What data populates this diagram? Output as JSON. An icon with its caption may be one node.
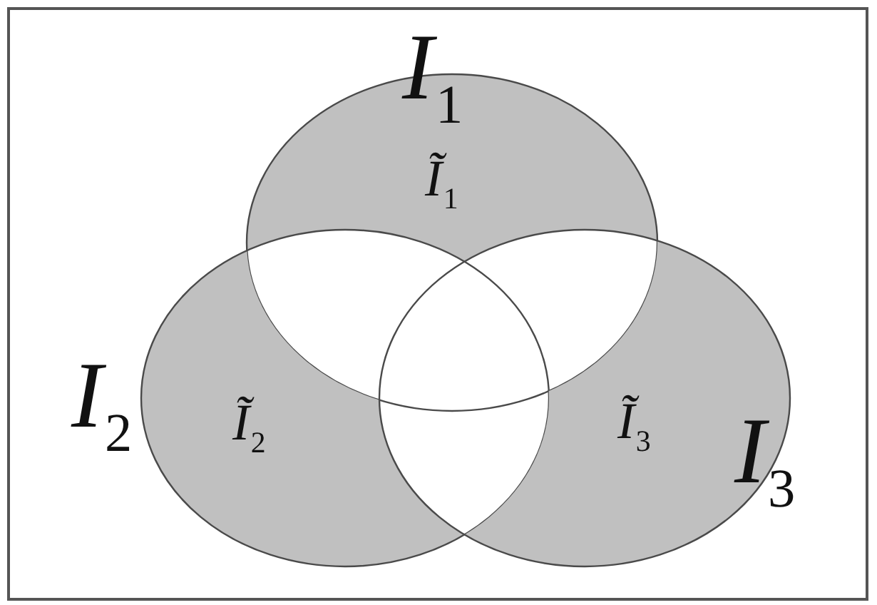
{
  "diagram": {
    "nodes": [
      {
        "text": [
          "*I*$_{1}$",
          "*Ĩ*$_{1}$"
        ]
      },
      {
        "text": [
          "*I*$_{2}$",
          "*Ĩ*$_{2}$"
        ]
      },
      {
        "text": [
          "*I*$_{3}$",
          "*Ĩ*$_{3}$"
        ]
      }
    ]
  }
}
